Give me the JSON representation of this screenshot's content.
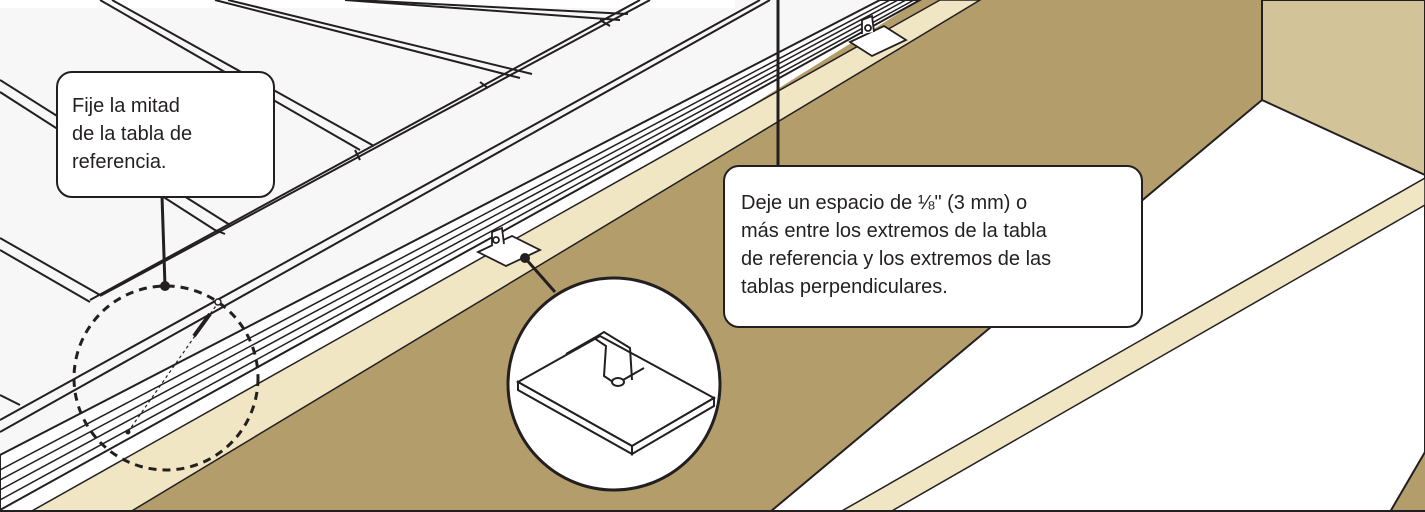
{
  "callouts": {
    "left": {
      "lines": [
        "Fije la mitad",
        "de la tabla de",
        "referencia."
      ]
    },
    "right": {
      "lines": [
        "Deje un espacio de ⅛\" (3 mm) o",
        "más entre los extremos de la tabla",
        "de referencia y los extremos de las",
        "tablas perpendiculares."
      ]
    }
  },
  "colors": {
    "wall_brown": "#b39e6b",
    "cream_edge": "#f0e6c4",
    "right_wall": "#d2c498",
    "floor_white": "#ffffff",
    "ceiling_panel": "#f7f7f7",
    "outline": "#231f20"
  },
  "icons": [
    "fastening-clip-icon",
    "nail-icon",
    "magnifier-circle-icon"
  ]
}
